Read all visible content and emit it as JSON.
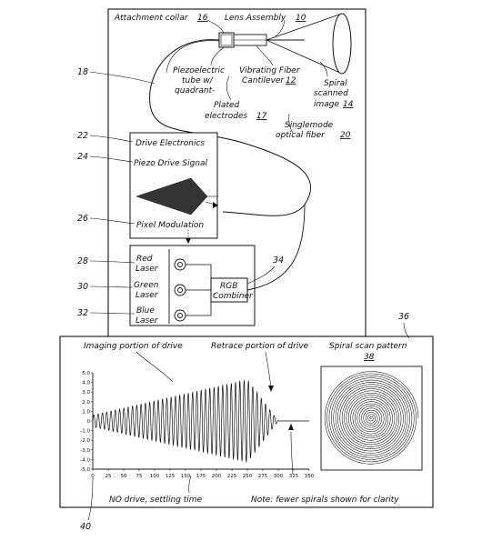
{
  "top": {
    "labels": {
      "attachment_collar": "Attachment collar",
      "attachment_collar_num": "16",
      "lens_assembly": "Lens Assembly",
      "lens_assembly_num": "10",
      "piezo_1": "Piezoelectric",
      "piezo_2": "tube w/",
      "piezo_3": "quadrant-",
      "plated_1": "Plated",
      "plated_2": "electrodes",
      "plated_num": "17",
      "vib_1": "Vibrating Fiber",
      "vib_2": "Cantilever",
      "vib_num": "12",
      "spiral_1": "Spiral",
      "spiral_2": "scanned",
      "spiral_3": "image",
      "spiral_num": "14",
      "fiber_1": "Singlemode",
      "fiber_2": "optical fiber",
      "fiber_num": "20",
      "drive_electronics": "Drive Electronics",
      "piezo_drive_signal": "Piezo Drive Signal",
      "pixel_modulation": "Pixel Modulation",
      "red_1": "Red",
      "red_2": "Laser",
      "green_1": "Green",
      "green_2": "Laser",
      "blue_1": "Blue",
      "blue_2": "Laser",
      "rgb_1": "RGB",
      "rgb_2": "Combiner"
    },
    "refs": {
      "r18": "18",
      "r22": "22",
      "r24": "24",
      "r26": "26",
      "r28": "28",
      "r30": "30",
      "r32": "32",
      "r34": "34"
    }
  },
  "bottom": {
    "ref_box": "36",
    "ref_plot": "40",
    "imaging_label": "Imaging portion of drive",
    "retrace_label": "Retrace portion of drive",
    "spiral_title": "Spiral scan pattern",
    "spiral_num": "38",
    "no_drive": "NO drive, settling time",
    "note": "Note: fewer spirals shown for clarity"
  },
  "chart_data": {
    "type": "line",
    "x_ticks": [
      "0",
      "25",
      "50",
      "75",
      "100",
      "125",
      "150",
      "175",
      "200",
      "225",
      "250",
      "275",
      "300",
      "325",
      "350"
    ],
    "y_ticks": [
      "5.0",
      "4.0",
      "3.0",
      "2.0",
      "1.0",
      "0",
      "-1.0",
      "-2.0",
      "-3.0",
      "-4.0",
      "-5.0"
    ],
    "xlim": [
      0,
      350
    ],
    "ylim": [
      -5,
      5
    ],
    "envelope_peak_x": 250,
    "envelope_peak_amplitude": 4.3,
    "signal_end_x": 300,
    "oscillation_cycles": 36
  },
  "colors": {
    "ink": "#111111",
    "background": "#ffffff"
  }
}
